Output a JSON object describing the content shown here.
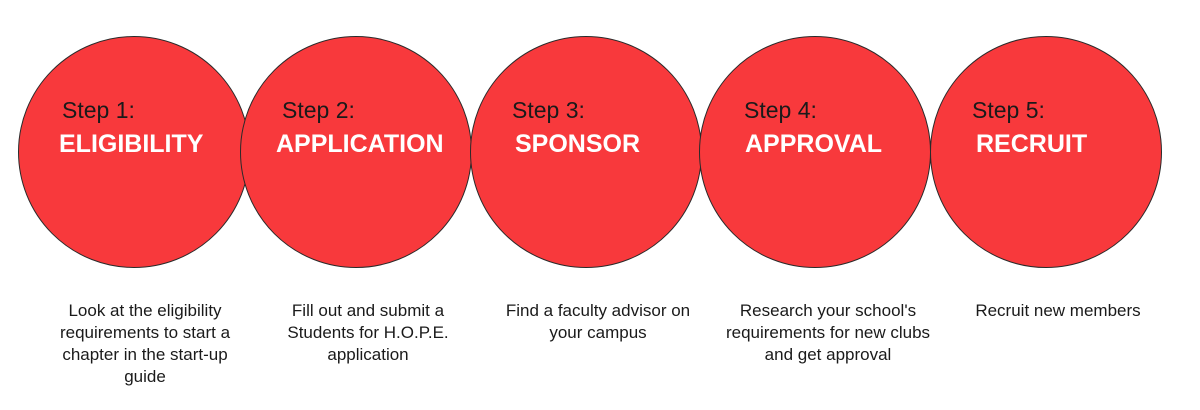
{
  "colors": {
    "circle_fill": "#f8393c",
    "circle_border": "#2a2a2a",
    "step_label": "#1a1a1a",
    "step_title": "#ffffff",
    "description": "#1a1a1a"
  },
  "steps": [
    {
      "label": "Step 1:",
      "title": "ELIGIBILITY",
      "description": "Look at the eligibility requirements to start a chapter in the start-up guide"
    },
    {
      "label": "Step 2:",
      "title": "APPLICATION",
      "description": "Fill out and submit a Students for H.O.P.E. application"
    },
    {
      "label": "Step 3:",
      "title": "SPONSOR",
      "description": "Find a faculty advisor on your campus"
    },
    {
      "label": "Step 4:",
      "title": "APPROVAL",
      "description": "Research your school's requirements for new clubs and get approval"
    },
    {
      "label": "Step 5:",
      "title": "RECRUIT",
      "description": "Recruit new members"
    }
  ]
}
